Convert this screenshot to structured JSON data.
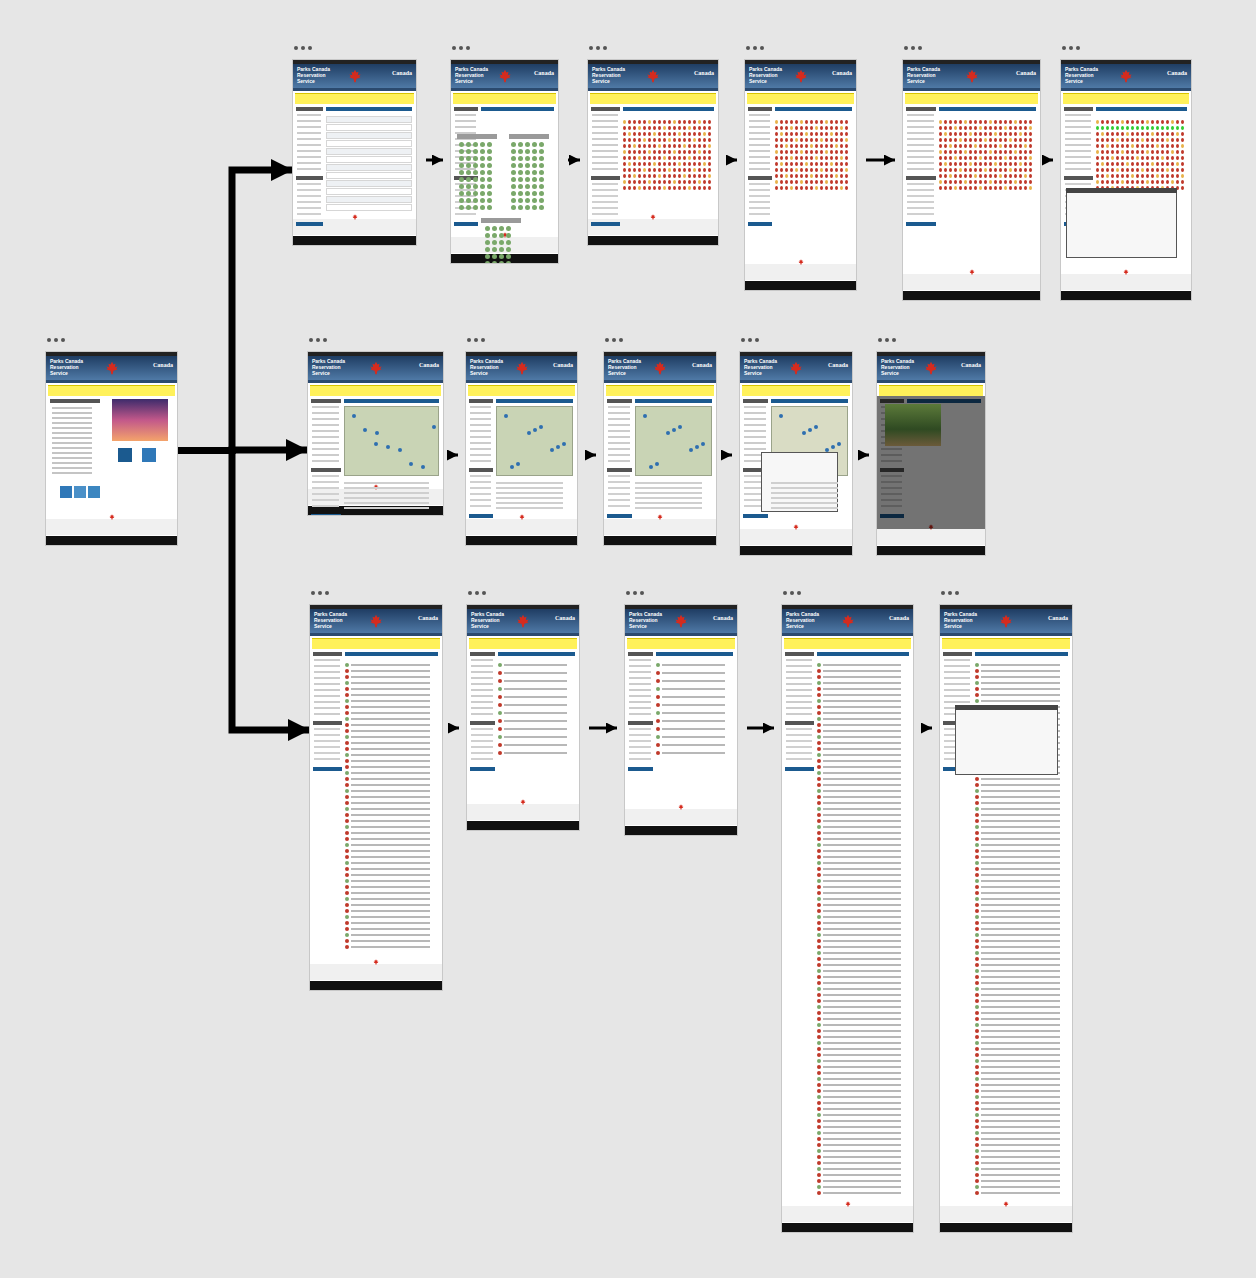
{
  "diagram": {
    "nodes": [
      {
        "text": [
          "Parks Canada Reservation Service",
          "Canada"
        ]
      },
      {
        "text": [
          "Parks Canada Reservation Service",
          "Canada"
        ]
      },
      {
        "text": [
          "Parks Canada Reservation Service",
          "Canada"
        ]
      },
      {
        "text": [
          "Parks Canada Reservation Service",
          "Canada"
        ]
      },
      {
        "text": [
          "Parks Canada Reservation Service",
          "Canada"
        ]
      },
      {
        "text": [
          "Parks Canada Reservation Service",
          "Canada"
        ]
      },
      {
        "text": [
          "Parks Canada Reservation Service",
          "Canada"
        ]
      },
      {
        "text": [
          "Parks Canada Reservation Service",
          "Canada"
        ]
      },
      {
        "text": [
          "Parks Canada Reservation Service",
          "Canada"
        ]
      },
      {
        "text": [
          "Parks Canada Reservation Service",
          "Canada"
        ]
      },
      {
        "text": [
          "Parks Canada Reservation Service",
          "Canada"
        ]
      },
      {
        "text": [
          "Parks Canada Reservation Service",
          "Canada"
        ]
      },
      {
        "text": [
          "Parks Canada Reservation Service",
          "Canada"
        ]
      },
      {
        "text": [
          "Parks Canada Reservation Service",
          "Canada"
        ]
      },
      {
        "text": [
          "Parks Canada Reservation Service",
          "Canada"
        ]
      },
      {
        "text": [
          "Parks Canada Reservation Service",
          "Canada"
        ]
      },
      {
        "text": [
          "Parks Canada Reservation Service",
          "Canada"
        ]
      }
    ],
    "edges": [
      {
        "from": 0,
        "to": 1,
        "arrow": "to"
      },
      {
        "from": 0,
        "to": 7,
        "arrow": "to"
      },
      {
        "from": 0,
        "to": 12,
        "arrow": "to"
      },
      {
        "from": 1,
        "to": 2,
        "arrow": "to"
      },
      {
        "from": 2,
        "to": 3,
        "arrow": "to"
      },
      {
        "from": 3,
        "to": 4,
        "arrow": "to"
      },
      {
        "from": 4,
        "to": 5,
        "arrow": "to"
      },
      {
        "from": 5,
        "to": 6,
        "arrow": "to"
      },
      {
        "from": 7,
        "to": 8,
        "arrow": "to"
      },
      {
        "from": 8,
        "to": 9,
        "arrow": "to"
      },
      {
        "from": 9,
        "to": 10,
        "arrow": "to"
      },
      {
        "from": 10,
        "to": 11,
        "arrow": "to"
      },
      {
        "from": 12,
        "to": 13,
        "arrow": "to"
      },
      {
        "from": 13,
        "to": 14,
        "arrow": "to"
      },
      {
        "from": 14,
        "to": 15,
        "arrow": "to"
      },
      {
        "from": 15,
        "to": 16,
        "arrow": "to"
      }
    ]
  }
}
